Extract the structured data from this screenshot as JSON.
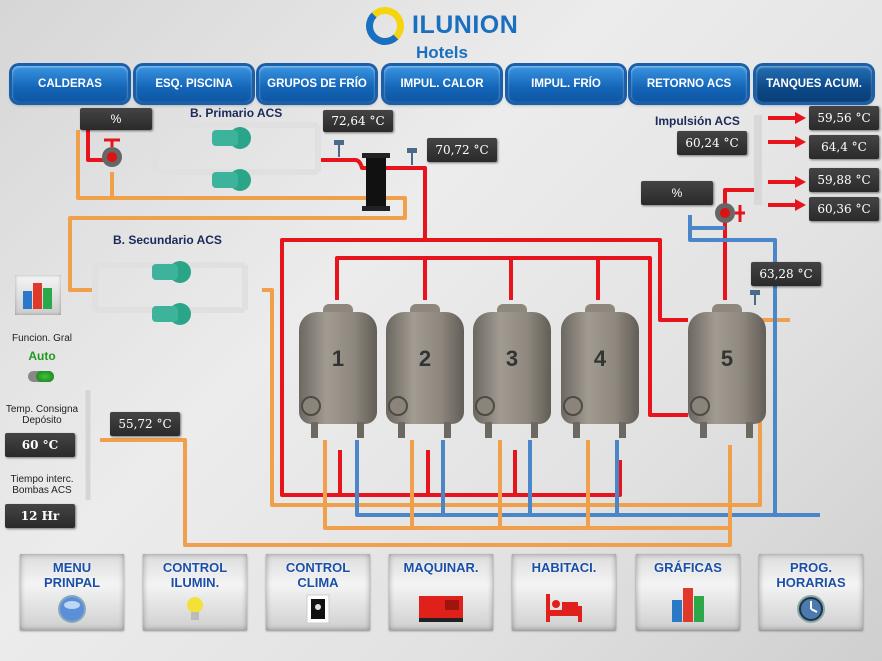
{
  "header": {
    "brand_name": "ILUNION",
    "brand_sub": "Hotels"
  },
  "nav": {
    "items": [
      {
        "label": "CALDERAS"
      },
      {
        "label": "ESQ. PISCINA"
      },
      {
        "label": "GRUPOS DE FRÍO"
      },
      {
        "label": "IMPUL. CALOR"
      },
      {
        "label": "IMPUL. FRÍO"
      },
      {
        "label": "RETORNO ACS"
      },
      {
        "label": "TANQUES ACUM."
      }
    ],
    "active": "TANQUES ACUM."
  },
  "primary": {
    "title": "B. Primario ACS",
    "valve_percent": "%",
    "temp_out": "72,64 °C",
    "temp_exchanger": "70,72 °C"
  },
  "secondary": {
    "title": "B. Secundario ACS"
  },
  "impulsion": {
    "title": "Impulsión ACS",
    "temp_main": "60,24 °C",
    "valve_percent": "%",
    "outputs": [
      "59,56 °C",
      "64,4 °C",
      "59,88 °C",
      "60,36 °C"
    ],
    "tank5_temp": "63,28 °C"
  },
  "return": {
    "temp": "55,72 °C"
  },
  "tanks": [
    "1",
    "2",
    "3",
    "4",
    "5"
  ],
  "sidebar": {
    "chart_icon": "bar-chart-icon",
    "funcion_label": "Funcion. Gral",
    "funcion_value": "Auto",
    "toggle_state": "on",
    "consigna_label_1": "Temp. Consigna",
    "consigna_label_2": "Depósito",
    "consigna_value": "60 °C",
    "tiempo_label_1": "Tiempo interc.",
    "tiempo_label_2": "Bombas ACS",
    "tiempo_value": "12 Hr"
  },
  "bottom_menu": [
    {
      "line1": "MENU",
      "line2": "PRINPAL",
      "icon": "globe-button-icon"
    },
    {
      "line1": "CONTROL",
      "line2": "ILUMIN.",
      "icon": "light-bulb-icon"
    },
    {
      "line1": "CONTROL",
      "line2": "CLIMA",
      "icon": "thermostat-icon"
    },
    {
      "line1": "MAQUINAR.",
      "line2": "",
      "icon": "generator-icon"
    },
    {
      "line1": "HABITACI.",
      "line2": "",
      "icon": "bed-icon"
    },
    {
      "line1": "GRÁFICAS",
      "line2": "",
      "icon": "bar-chart-icon"
    },
    {
      "line1": "PROG.",
      "line2": "HORARIAS",
      "icon": "clock-icon"
    }
  ],
  "colors": {
    "hot": "#e8141b",
    "return": "#f0a04a",
    "cold": "#4a86c8",
    "nav_blue": "#1a6fc0",
    "label_blue": "#1a4fa8",
    "auto_green": "#1f9a1f"
  }
}
